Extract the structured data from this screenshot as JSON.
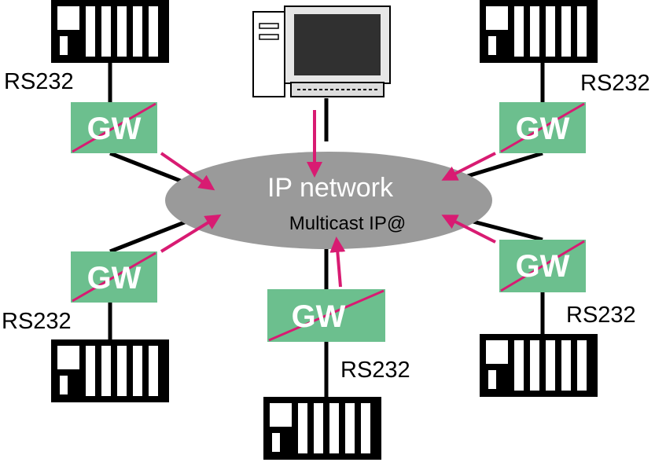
{
  "network": {
    "title": "IP network",
    "subtitle": "Multicast IP@"
  },
  "gateway_label": "GW",
  "serial_label": "RS232",
  "colors": {
    "gateway_fill": "#6cbf8e",
    "gateway_strike": "#d81b72",
    "arrow": "#d81b72",
    "network_fill": "#9a9a9a",
    "device": "#000000"
  },
  "nodes": [
    {
      "id": "top-left",
      "gw": "GW",
      "serial": "RS232"
    },
    {
      "id": "top-right",
      "gw": "GW",
      "serial": "RS232"
    },
    {
      "id": "bottom-left",
      "gw": "GW",
      "serial": "RS232"
    },
    {
      "id": "bottom-center",
      "gw": "GW",
      "serial": "RS232"
    },
    {
      "id": "bottom-right",
      "gw": "GW",
      "serial": "RS232"
    }
  ],
  "icons": [
    "plc-device-icon",
    "computer-icon",
    "gateway-icon",
    "arrow-icon"
  ]
}
